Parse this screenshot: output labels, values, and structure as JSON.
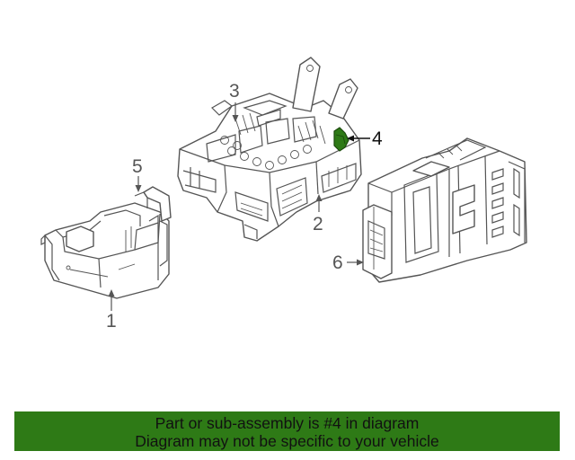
{
  "callouts": {
    "c1": "1",
    "c2": "2",
    "c3": "3",
    "c4": "4",
    "c5": "5",
    "c6": "6"
  },
  "highlight": {
    "part": "4",
    "color": "#2e7a16"
  },
  "banner": {
    "line1": "Part or sub-assembly is #4 in diagram",
    "line2": "Diagram may not be specific to your vehicle",
    "background": "#2e7a16"
  }
}
